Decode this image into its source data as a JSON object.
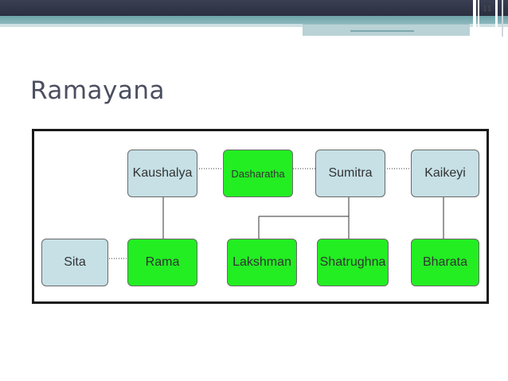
{
  "slide": {
    "page_number": "11",
    "title": "Ramayana"
  },
  "colors": {
    "header_dark": "#2b2f40",
    "header_teal": "#8cb8bd",
    "node_blue": "#c6e0e6",
    "node_green": "#22ee22"
  },
  "diagram": {
    "nodes": {
      "kaushalya": {
        "label": "Kaushalya",
        "color": "blue"
      },
      "dasharatha": {
        "label": "Dasharatha",
        "color": "green"
      },
      "sumitra": {
        "label": "Sumitra",
        "color": "blue"
      },
      "kaikeyi": {
        "label": "Kaikeyi",
        "color": "blue"
      },
      "sita": {
        "label": "Sita",
        "color": "blue"
      },
      "rama": {
        "label": "Rama",
        "color": "green"
      },
      "lakshman": {
        "label": "Lakshman",
        "color": "green"
      },
      "shatrughna": {
        "label": "Shatrughna",
        "color": "green"
      },
      "bharata": {
        "label": "Bharata",
        "color": "green"
      }
    },
    "edges": [
      {
        "from": "kaushalya",
        "to": "dasharatha",
        "style": "dotted"
      },
      {
        "from": "dasharatha",
        "to": "sumitra",
        "style": "dotted"
      },
      {
        "from": "sumitra",
        "to": "kaikeyi",
        "style": "dotted"
      },
      {
        "from": "sita",
        "to": "rama",
        "style": "dotted"
      },
      {
        "from": "kaushalya",
        "to": "rama",
        "style": "solid"
      },
      {
        "from": "sumitra",
        "to": "lakshman",
        "style": "solid"
      },
      {
        "from": "sumitra",
        "to": "shatrughna",
        "style": "solid"
      },
      {
        "from": "kaikeyi",
        "to": "bharata",
        "style": "solid"
      }
    ]
  }
}
